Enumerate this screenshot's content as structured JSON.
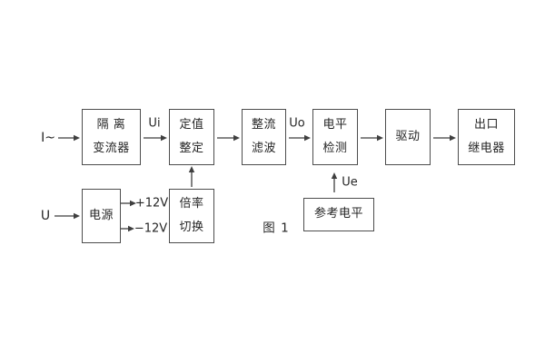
{
  "figure": {
    "caption": "图 1",
    "colors": {
      "background": "#ffffff",
      "line": "#3f3f3f",
      "text": "#262626",
      "box_border": "#4d4d4d"
    },
    "blocks": [
      {
        "name": "isolation-transformer",
        "lines": [
          "隔 离",
          "变流器"
        ]
      },
      {
        "name": "setting-adjust",
        "lines": [
          "定值",
          "整定"
        ]
      },
      {
        "name": "rectifier-filter",
        "lines": [
          "整流",
          "滤波"
        ]
      },
      {
        "name": "level-detector",
        "lines": [
          "电平",
          "检测"
        ]
      },
      {
        "name": "driver",
        "lines": [
          "驱动"
        ]
      },
      {
        "name": "output-relay",
        "lines": [
          "出口",
          "继电器"
        ]
      },
      {
        "name": "power-supply",
        "lines": [
          "电源"
        ]
      },
      {
        "name": "ratio-switch",
        "lines": [
          "倍率",
          "切换"
        ]
      },
      {
        "name": "reference-level",
        "lines": [
          "参考电平"
        ]
      }
    ],
    "labels": {
      "input_current": "I~",
      "input_voltage": "U",
      "signal_ui": "Ui",
      "signal_uo": "Uo",
      "signal_ue": "Ue",
      "rail_positive": "+12V",
      "rail_negative": "−12V"
    }
  }
}
